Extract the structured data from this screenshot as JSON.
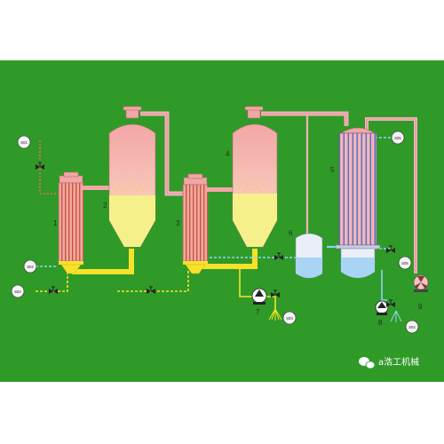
{
  "diagram": {
    "background": "#2f9a28",
    "colors": {
      "shell": "#f1a3a0",
      "shell_top": "#f6c3c0",
      "liquid": "#f5f08a",
      "steam": "#e07060",
      "pipe_yellow": "#f7e12a",
      "pipe_pink": "#f4b0b8",
      "tube_blue": "#6b7fcf",
      "water": "#a9d4f4",
      "connector": "#7fd4ea"
    },
    "equipment_numbers": [
      "1",
      "2",
      "3",
      "4",
      "5",
      "6",
      "7",
      "8",
      "9"
    ],
    "stream_tags": {
      "top_left": "S01",
      "left_mid": "S04",
      "left_bottom": "S02",
      "pump7_out": "S03",
      "condenser_top": "S05",
      "condenser_side": "S05",
      "bottom_right": "S04"
    },
    "icons": [
      "valve-icon",
      "pump-icon",
      "vacuum-pump-icon",
      "spray-icon"
    ]
  },
  "watermark": {
    "icon": "wechat-icon",
    "text": "a浩工机械"
  }
}
